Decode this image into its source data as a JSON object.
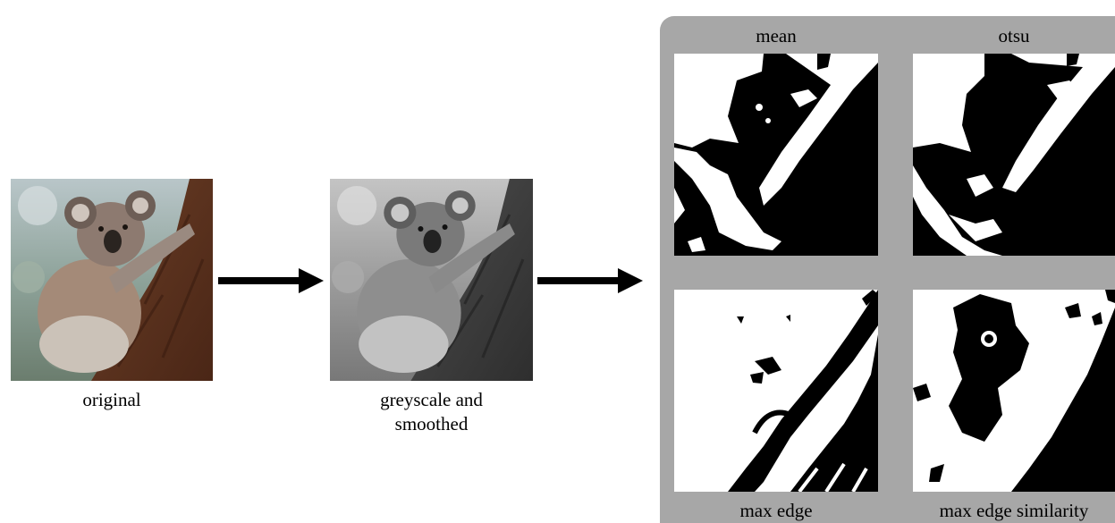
{
  "stages": {
    "original_label": "original",
    "greyscale_label_line1": "greyscale and",
    "greyscale_label_line2": "smoothed"
  },
  "results": {
    "mean_label": "mean",
    "otsu_label": "otsu",
    "max_edge_label": "max edge",
    "max_edge_similarity_label": "max edge similarity"
  },
  "colors": {
    "panel_background": "#a7a7a7",
    "arrow": "#000000"
  },
  "icons": {
    "arrow": "right-arrow-icon"
  }
}
